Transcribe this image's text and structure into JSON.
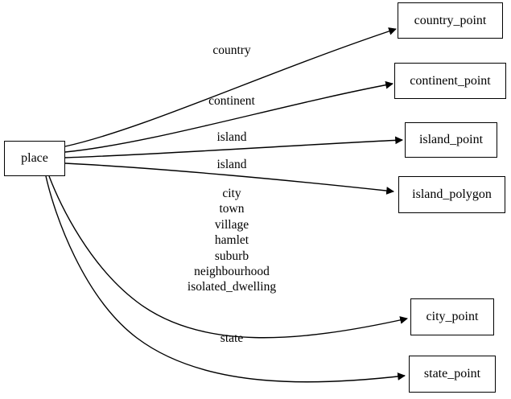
{
  "diagram": {
    "type": "directed-graph",
    "background_color": "#ffffff",
    "stroke_color": "#000000",
    "node_fill": "#ffffff",
    "source_node": {
      "id": "place",
      "label": "place"
    },
    "target_nodes": [
      {
        "id": "country_point",
        "label": "country_point"
      },
      {
        "id": "continent_point",
        "label": "continent_point"
      },
      {
        "id": "island_point",
        "label": "island_point"
      },
      {
        "id": "island_polygon",
        "label": "island_polygon"
      },
      {
        "id": "city_point",
        "label": "city_point"
      },
      {
        "id": "state_point",
        "label": "state_point"
      }
    ],
    "edges": [
      {
        "from": "place",
        "to": "country_point",
        "label": "country"
      },
      {
        "from": "place",
        "to": "continent_point",
        "label": "continent"
      },
      {
        "from": "place",
        "to": "island_point",
        "label": "island"
      },
      {
        "from": "place",
        "to": "island_polygon",
        "label": "island"
      },
      {
        "from": "place",
        "to": "city_point",
        "label": "city\ntown\nvillage\nhamlet\nsuburb\nneighbourhood\nisolated_dwelling"
      },
      {
        "from": "place",
        "to": "state_point",
        "label": "state"
      }
    ],
    "edge_labels": {
      "country": "country",
      "continent": "continent",
      "island_a": "island",
      "island_b": "island",
      "city_multi_line_1": "city",
      "city_multi_line_2": "town",
      "city_multi_line_3": "village",
      "city_multi_line_4": "hamlet",
      "city_multi_line_5": "suburb",
      "city_multi_line_6": "neighbourhood",
      "city_multi_line_7": "isolated_dwelling",
      "state": "state"
    }
  }
}
